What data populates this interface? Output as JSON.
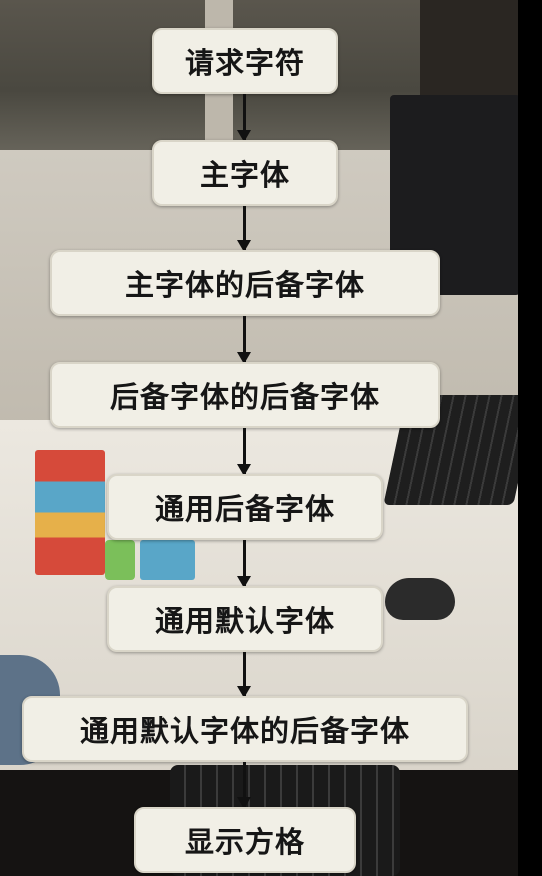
{
  "flowchart": {
    "steps": [
      "请求字符",
      "主字体",
      "主字体的后备字体",
      "后备字体的后备字体",
      "通用后备字体",
      "通用默认字体",
      "通用默认字体的后备字体",
      "显示方格"
    ],
    "box_color": "#f1efe6",
    "arrow_color": "#111111",
    "text_color": "#161616"
  }
}
